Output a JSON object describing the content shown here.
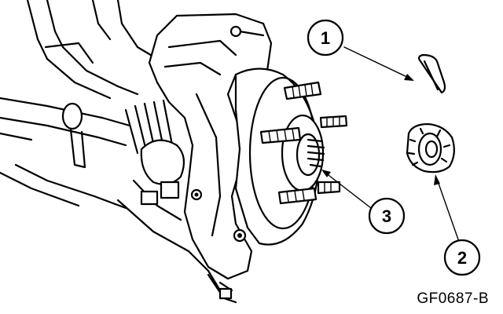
{
  "figure": {
    "code": "GF0687-B",
    "callouts": [
      {
        "number": "1"
      },
      {
        "number": "2"
      },
      {
        "number": "3"
      }
    ]
  },
  "colors": {
    "ink": "#000000",
    "paper": "#ffffff"
  }
}
